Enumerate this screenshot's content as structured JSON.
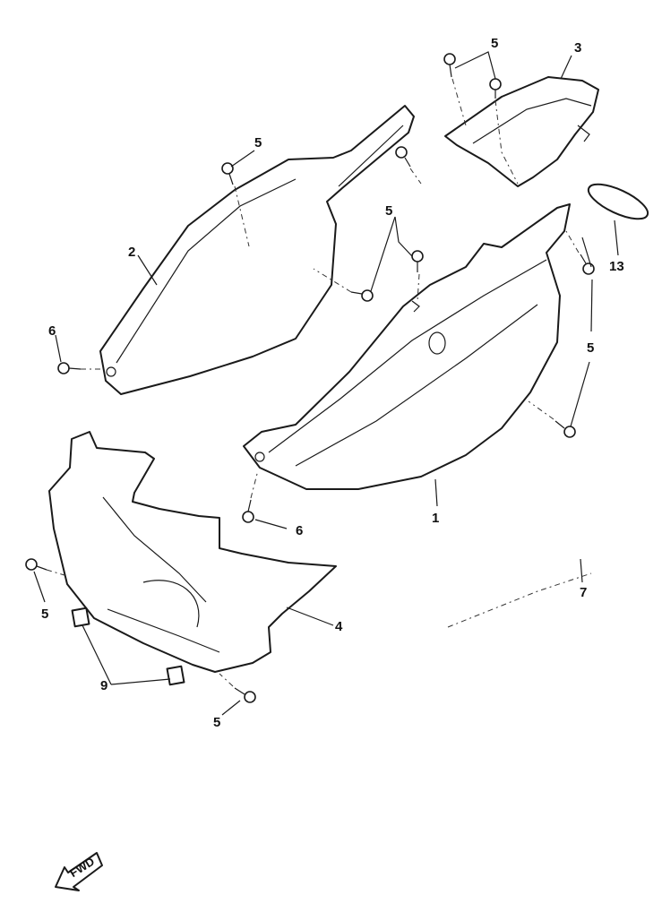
{
  "callouts": {
    "part_1": "1",
    "part_2": "2",
    "part_3": "3",
    "part_4": "4",
    "bolt_5_top": "5",
    "bolt_5_panel2": "5",
    "bolt_5_middle": "5",
    "bolt_5_right": "5",
    "bolt_5_left": "5",
    "bolt_5_bottom": "5",
    "screw_6_left": "6",
    "screw_6_center": "6",
    "part_7": "7",
    "clip_9": "9",
    "part_13": "13"
  },
  "forward_indicator": {
    "label": "FWD"
  }
}
